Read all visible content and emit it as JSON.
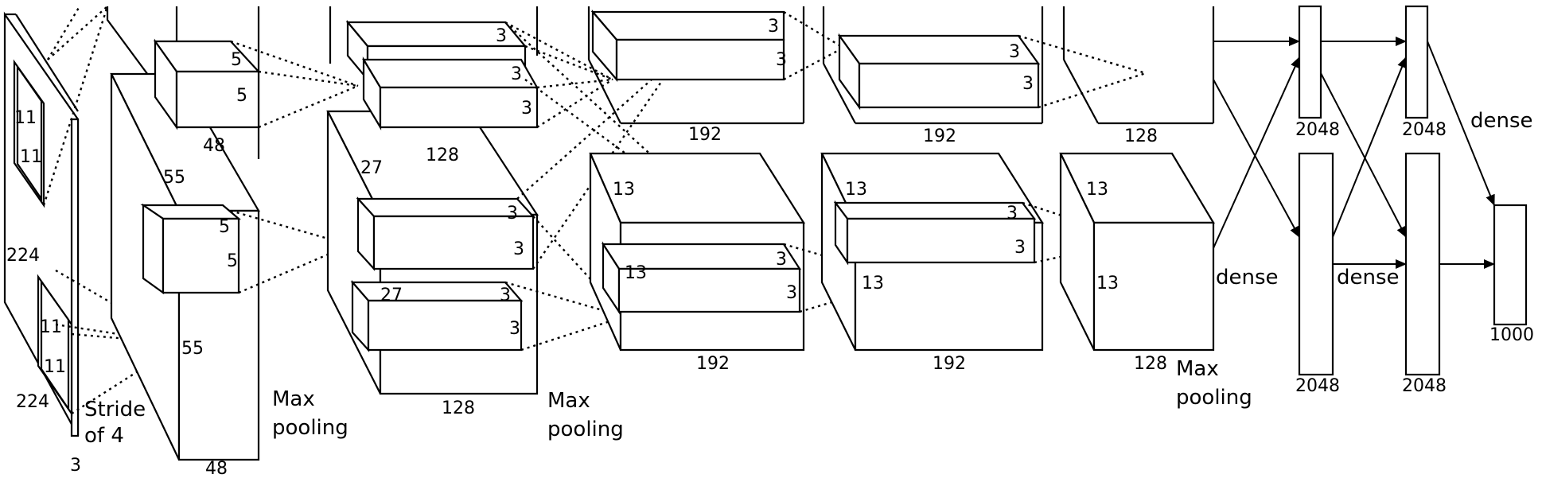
{
  "labels": {
    "input_h": "224",
    "input_w": "224",
    "input_d": "3",
    "stride": [
      "Stride",
      "of 4"
    ],
    "k11a": "11",
    "k11b": "11",
    "k11c": "11",
    "k11d": "11",
    "conv1_55a": "55",
    "conv1_55b": "55",
    "conv1_depth": "48",
    "conv1_top_depth": "48",
    "k5a": "5",
    "k5b": "5",
    "k5c": "5",
    "k5d": "5",
    "conv2_27a": "27",
    "conv2_27b": "27",
    "conv2_top_depth": "128",
    "conv2_bot_depth": "128",
    "k3": "3",
    "c13": "13",
    "conv3_top_depth": "192",
    "conv3_bot_depth": "192",
    "conv4_top_depth": "192",
    "conv4_bot_depth": "192",
    "conv5_top_depth": "128",
    "conv5_bot_depth": "128",
    "maxpool": [
      "Max",
      "pooling"
    ],
    "dense": "dense",
    "fc6_top": "2048",
    "fc6_bot": "2048",
    "fc7_top": "2048",
    "fc7_bot": "2048",
    "output": "1000"
  }
}
